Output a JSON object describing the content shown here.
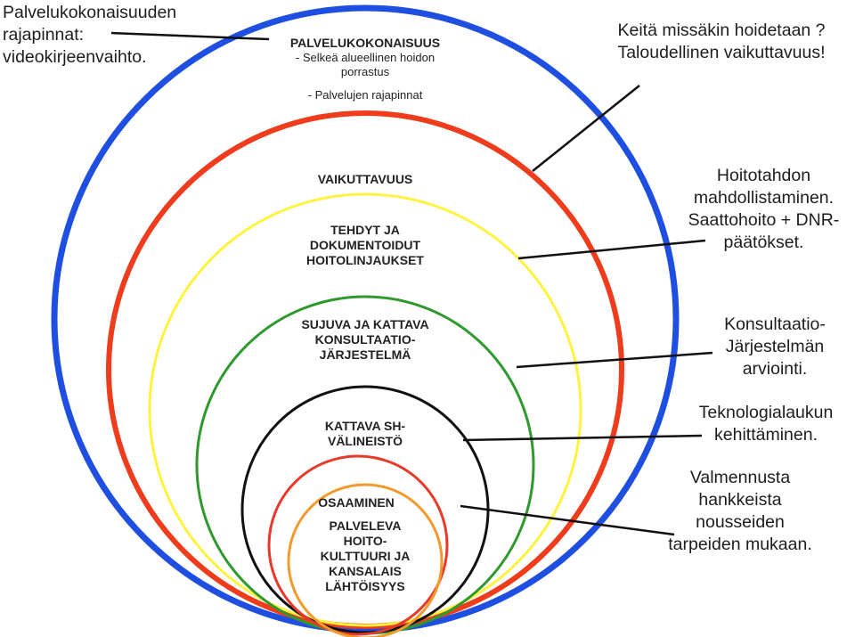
{
  "top_left_note": {
    "line1": "Palvelukokonaisuuden",
    "line2": "rajapinnat:",
    "line3": "videokirjeenvaihto."
  },
  "rings": {
    "blue": {
      "title": "PALVELUKOKONAISUUS",
      "sub1": "- Selkeä alueellinen hoidon",
      "sub2": "porrastus",
      "sub3": "- Palvelujen rajapinnat"
    },
    "red": {
      "title": "VAIKUTTAVUUS"
    },
    "yellow": {
      "line1": "TEHDYT JA",
      "line2": "DOKUMENTOIDUT",
      "line3": "HOITOLINJAUKSET"
    },
    "green": {
      "line1": "SUJUVA JA KATTAVA",
      "line2": "KONSULTAATIO-",
      "line3": "JÄRJESTELMÄ"
    },
    "black": {
      "line1": "KATTAVA SH-",
      "line2": "VÄLINEISTÖ"
    },
    "inner_red": {
      "line1": "OSAAMINEN"
    },
    "orange": {
      "line1": "PALVELEVA",
      "line2": "HOITO-",
      "line3": "KULTTUURI JA",
      "line4": "KANSALAIS",
      "line5": "LÄHTÖISYYS"
    }
  },
  "right_notes": {
    "n1": {
      "line1": "Keitä missäkin hoidetaan ?",
      "line2": "Taloudellinen vaikuttavuus!"
    },
    "n2": {
      "line1": "Hoitotahdon",
      "line2": "mahdollistaminen.",
      "line3": "Saattohoito + DNR-",
      "line4": "päätökset."
    },
    "n3": {
      "line1": "Konsultaatio-",
      "line2": "Järjestelmän",
      "line3": "arviointi."
    },
    "n4": {
      "line1": "Teknologialaukun",
      "line2": "kehittäminen."
    },
    "n5": {
      "line1": "Valmennusta",
      "line2": "hankkeista",
      "line3": "nousseiden",
      "line4": "tarpeiden mukaan."
    }
  },
  "colors": {
    "blue": "#1f4fe0",
    "red": "#ee3c1c",
    "yellow": "#fff340",
    "green": "#2e9a2e",
    "black": "#111111",
    "inner_red": "#e83a2a",
    "orange": "#f39a2c"
  }
}
